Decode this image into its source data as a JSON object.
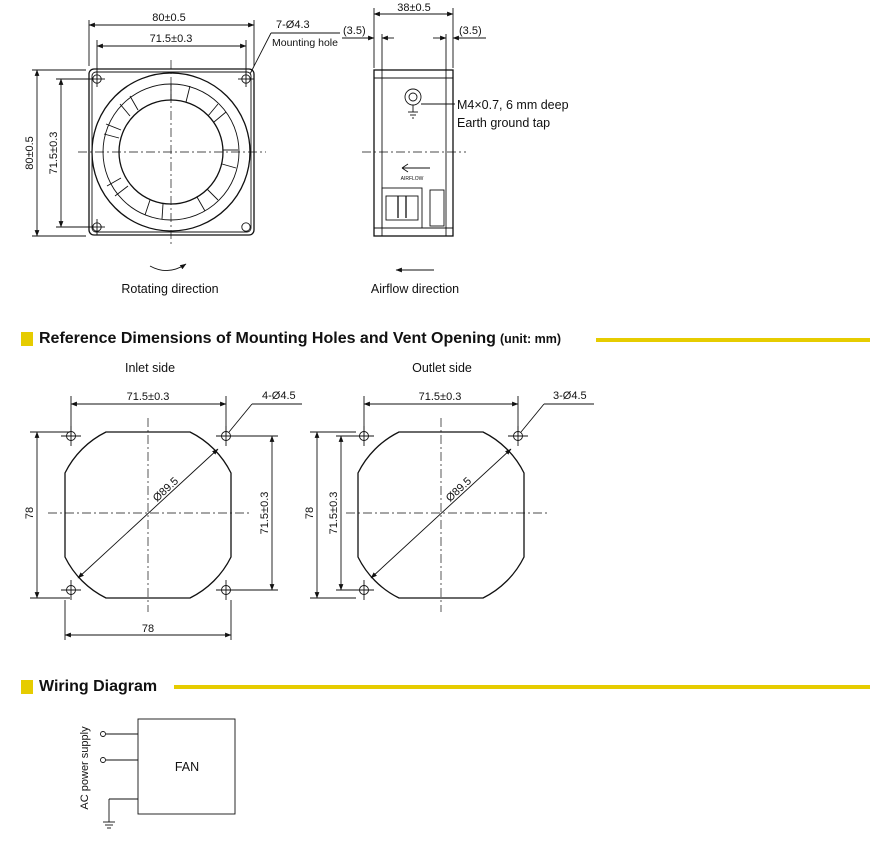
{
  "top_drawing": {
    "front_width": "80±0.5",
    "front_hole_pitch_h": "71.5±0.3",
    "front_height": "80±0.5",
    "front_hole_pitch_v": "71.5±0.3",
    "mounting_hole_spec": "7-Ø4.3",
    "mounting_hole_label": "Mounting hole",
    "depth": "38±0.5",
    "side_offset_left": "(3.5)",
    "side_offset_right": "(3.5)",
    "ground_tap_spec": "M4×0.7, 6 mm deep",
    "ground_tap_label": "Earth ground tap",
    "airflow_stamp": "AIRFLOW",
    "rotating_direction": "Rotating direction",
    "airflow_direction": "Airflow direction"
  },
  "reference_section": {
    "title": "Reference Dimensions of Mounting Holes and Vent Opening",
    "unit": "(unit: mm)",
    "inlet": {
      "caption": "Inlet side",
      "hole_pitch_h": "71.5±0.3",
      "hole_spec": "4-Ø4.5",
      "diameter": "Ø89.5",
      "height": "78",
      "hole_pitch_v": "71.5±0.3",
      "width": "78"
    },
    "outlet": {
      "caption": "Outlet side",
      "hole_pitch_h": "71.5±0.3",
      "hole_spec": "3-Ø4.5",
      "diameter": "Ø89.5",
      "height": "78",
      "hole_pitch_v": "71.5±0.3"
    }
  },
  "wiring_section": {
    "title": "Wiring Diagram",
    "supply_label": "AC power supply",
    "box_label": "FAN"
  },
  "colors": {
    "accent": "#e6cc00",
    "line": "#111111"
  }
}
